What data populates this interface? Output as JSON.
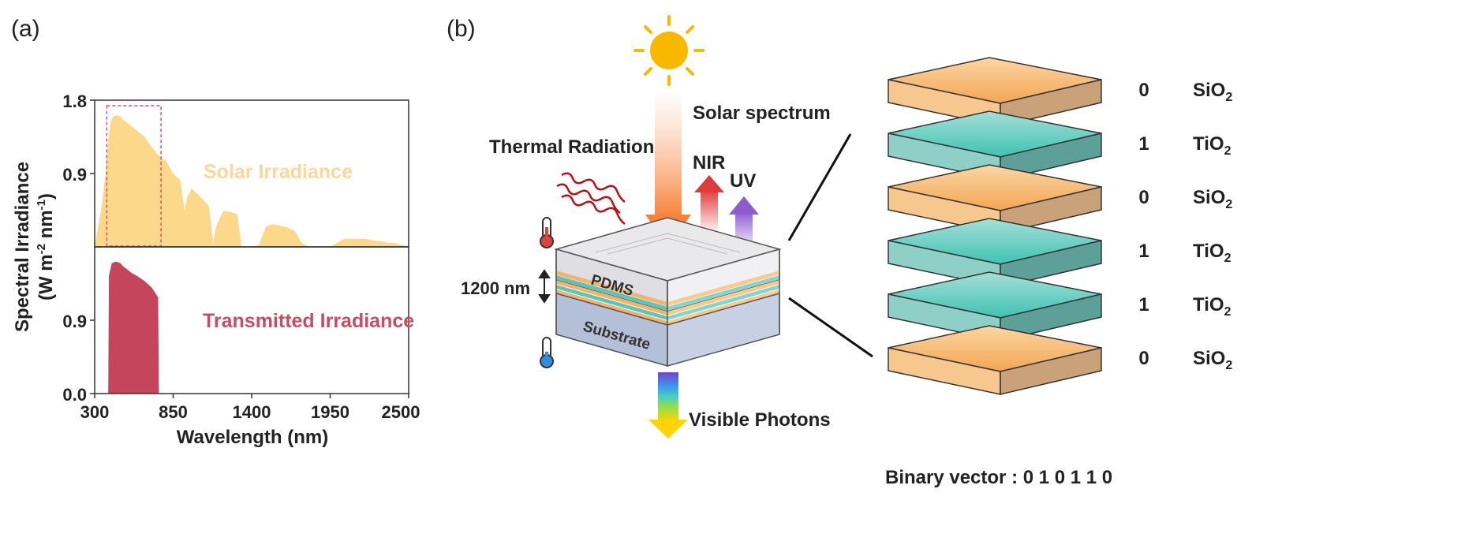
{
  "panel_a": {
    "label": "(a)",
    "ylabel_line1": "Spectral Irradiance",
    "ylabel_line2_prefix": "(W m",
    "ylabel_line2_sup1": "-2",
    "ylabel_line2_mid": " nm",
    "ylabel_line2_sup2": "-1",
    "ylabel_line2_suffix": ")",
    "xlabel": "Wavelength (nm)",
    "top_series_label": "Solar Irradiance",
    "bottom_series_label": "Transmitted Irradiance",
    "top_yticks": [
      "1.8",
      "0.9"
    ],
    "bottom_yticks": [
      "0.9",
      "0.0"
    ],
    "xticks": [
      "300",
      "850",
      "1400",
      "1950",
      "2500"
    ]
  },
  "chart_data": {
    "type": "area",
    "xlim": [
      300,
      2500
    ],
    "ylim": [
      0,
      1.8
    ],
    "colors": {
      "solar": "#fcd98a",
      "transmitted": "#c4455c",
      "box": "#d0506a"
    },
    "highlight_range": [
      400,
      750
    ],
    "series": [
      {
        "name": "Solar Irradiance",
        "x": [
          300,
          320,
          350,
          380,
          400,
          420,
          450,
          480,
          500,
          530,
          560,
          600,
          650,
          700,
          750,
          800,
          850,
          900,
          930,
          950,
          980,
          1000,
          1050,
          1100,
          1130,
          1150,
          1200,
          1250,
          1300,
          1330,
          1350,
          1400,
          1450,
          1500,
          1550,
          1600,
          1650,
          1700,
          1750,
          1800,
          1850,
          1900,
          1950,
          2000,
          2050,
          2100,
          2150,
          2200,
          2250,
          2300,
          2350,
          2400,
          2450,
          2500
        ],
        "y": [
          0.02,
          0.2,
          0.5,
          0.95,
          1.4,
          1.58,
          1.62,
          1.6,
          1.56,
          1.52,
          1.48,
          1.42,
          1.35,
          1.22,
          1.12,
          1.05,
          0.9,
          0.82,
          0.45,
          0.62,
          0.72,
          0.68,
          0.6,
          0.5,
          0.05,
          0.25,
          0.44,
          0.43,
          0.4,
          0.0,
          0.0,
          0.0,
          0.02,
          0.25,
          0.28,
          0.26,
          0.24,
          0.2,
          0.05,
          0.0,
          0.0,
          0.0,
          0.0,
          0.05,
          0.1,
          0.1,
          0.1,
          0.1,
          0.08,
          0.07,
          0.05,
          0.05,
          0.02,
          0.01
        ]
      },
      {
        "name": "Transmitted Irradiance",
        "x": [
          395,
          400,
          420,
          450,
          480,
          500,
          530,
          560,
          600,
          650,
          700,
          730,
          745,
          750
        ],
        "y": [
          0.0,
          1.45,
          1.6,
          1.62,
          1.6,
          1.56,
          1.52,
          1.48,
          1.44,
          1.38,
          1.3,
          1.22,
          1.18,
          0.0
        ]
      }
    ]
  },
  "panel_b": {
    "label": "(b)",
    "solar_spectrum": "Solar spectrum",
    "thermal_radiation": "Thermal Radiation",
    "nir": "NIR",
    "uv": "UV",
    "pdms": "PDMS",
    "substrate": "Substrate",
    "thickness": "1200 nm",
    "visible_photons": "Visible Photons",
    "binary_vector": "Binary vector : 0 1 0 1 1 0",
    "layers": [
      {
        "bit": "0",
        "material": "SiO",
        "sub": "2",
        "color": "#f5b26b"
      },
      {
        "bit": "1",
        "material": "TiO",
        "sub": "2",
        "color": "#5cc4b8"
      },
      {
        "bit": "0",
        "material": "SiO",
        "sub": "2",
        "color": "#f5b26b"
      },
      {
        "bit": "1",
        "material": "TiO",
        "sub": "2",
        "color": "#5cc4b8"
      },
      {
        "bit": "1",
        "material": "TiO",
        "sub": "2",
        "color": "#5cc4b8"
      },
      {
        "bit": "0",
        "material": "SiO",
        "sub": "2",
        "color": "#f5b26b"
      }
    ]
  }
}
